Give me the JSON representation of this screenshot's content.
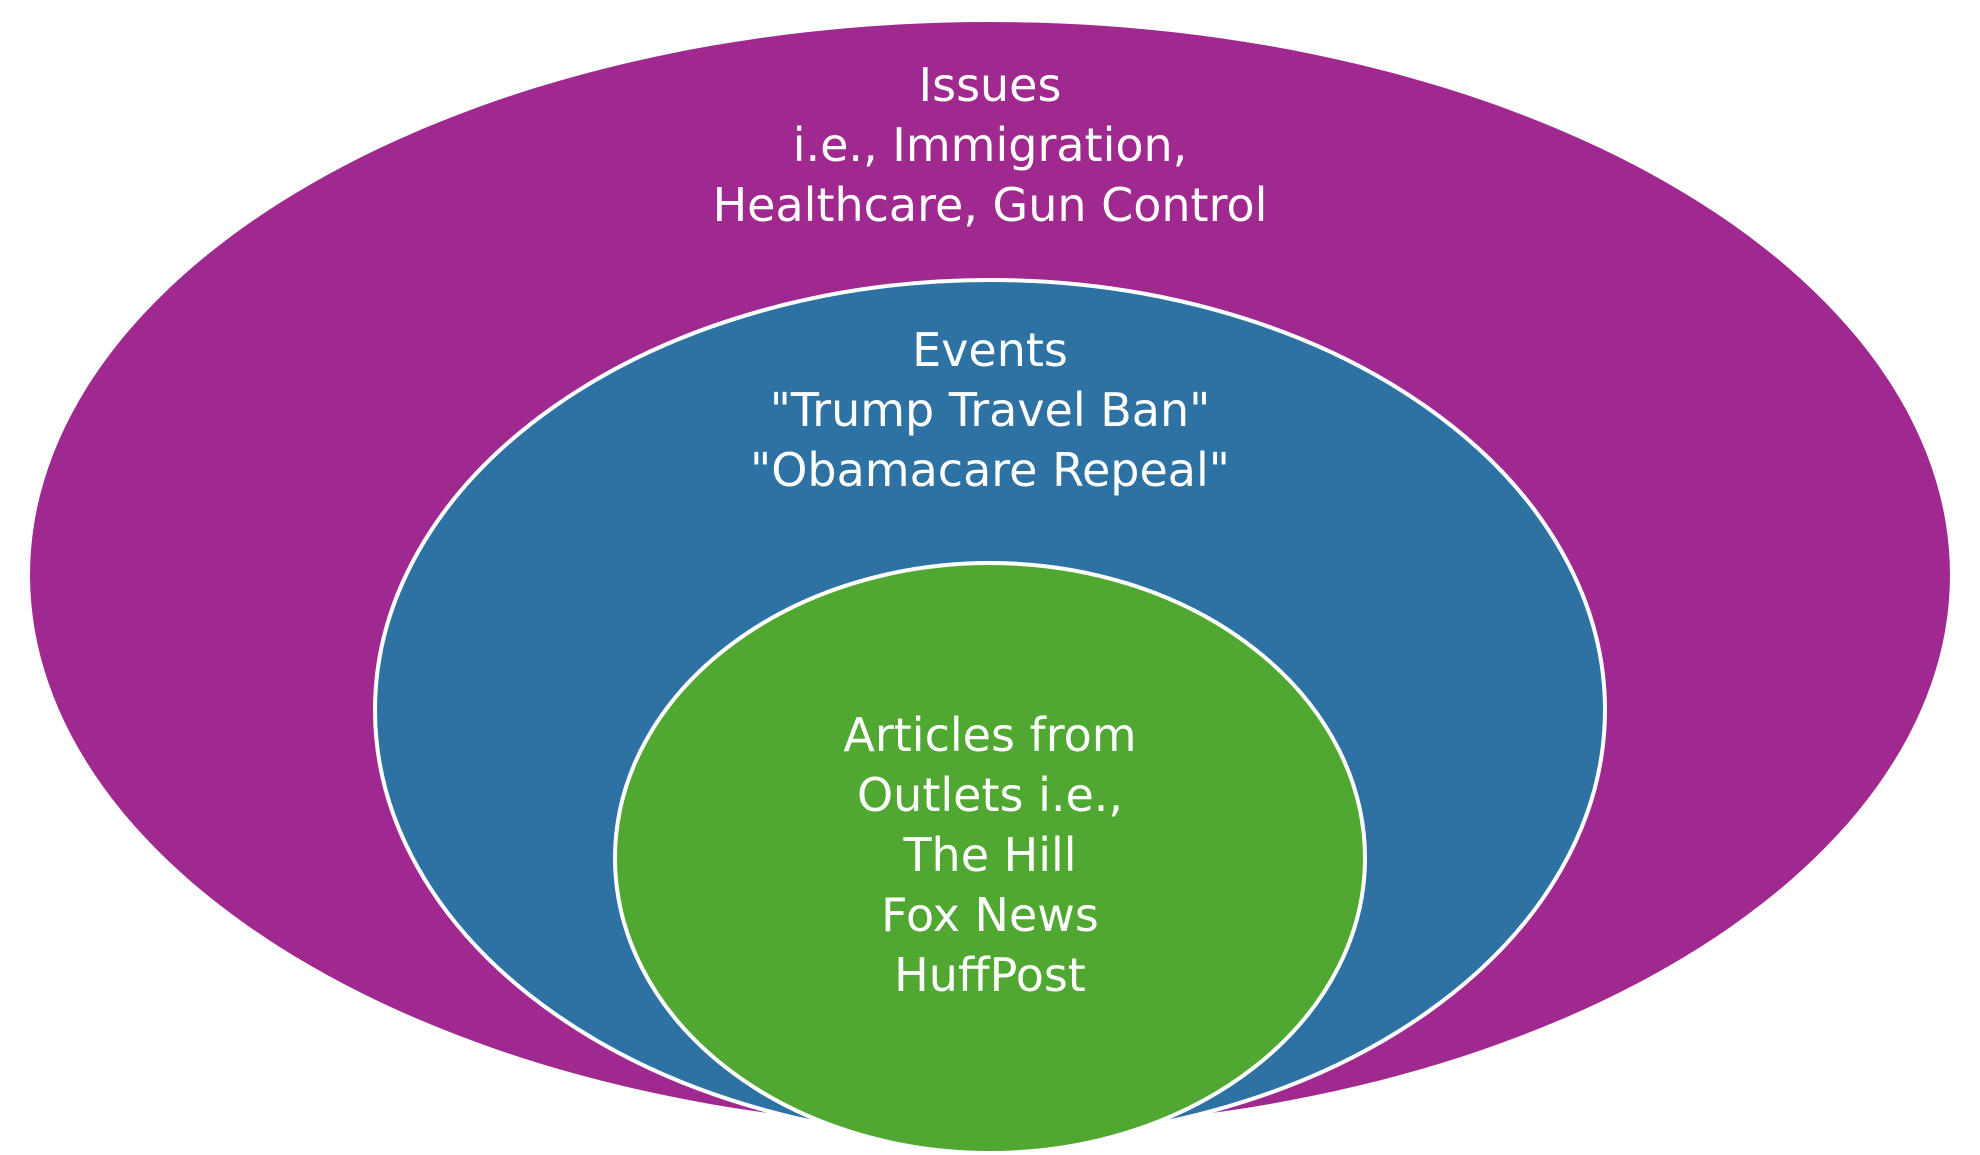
{
  "diagram": {
    "colors": {
      "issues": "#a0298f",
      "events": "#2e71a3",
      "articles": "#50a832",
      "text": "#ffffff",
      "outline": "#ffffff"
    },
    "issues": {
      "lines": [
        "Issues",
        "i.e., Immigration,",
        "Healthcare, Gun Control"
      ]
    },
    "events": {
      "lines": [
        "Events",
        "\"Trump Travel Ban\"",
        "\"Obamacare Repeal\""
      ]
    },
    "articles": {
      "lines": [
        "Articles from",
        "Outlets i.e.,",
        "The Hill",
        "Fox News",
        "HuffPost"
      ]
    }
  }
}
